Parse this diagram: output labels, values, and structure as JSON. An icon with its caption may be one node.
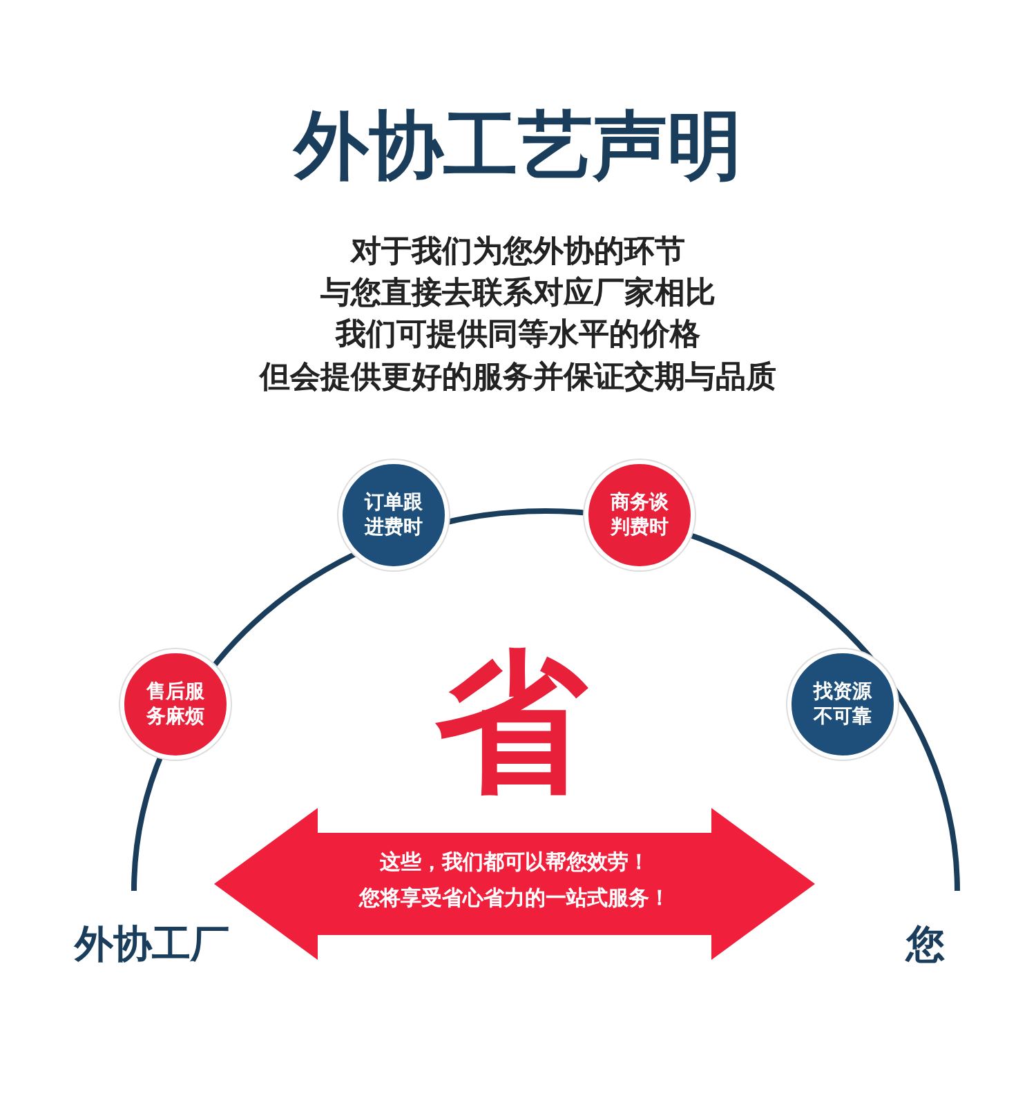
{
  "diagram": {
    "title": "外协工艺声明",
    "nodes": [
      {
        "text": [
          "外协工厂"
        ]
      },
      {
        "text": [
          "您"
        ]
      },
      {
        "text": [
          "售后服务麻烦"
        ]
      },
      {
        "text": [
          "订单跟进费时"
        ]
      },
      {
        "text": [
          "商务谈判费时"
        ]
      },
      {
        "text": [
          "找资源不可靠"
        ]
      },
      {
        "text": [
          "这些，我们都可以帮您效劳！",
          "您将享受省心省力的一站式服务！"
        ]
      }
    ],
    "labels": [
      "对于我们为您外协的环节",
      "与您直接去联系对应厂家相比",
      "我们可提供同等水平的价格",
      "但会提供更好的服务并保证交期与品质",
      "省"
    ]
  }
}
